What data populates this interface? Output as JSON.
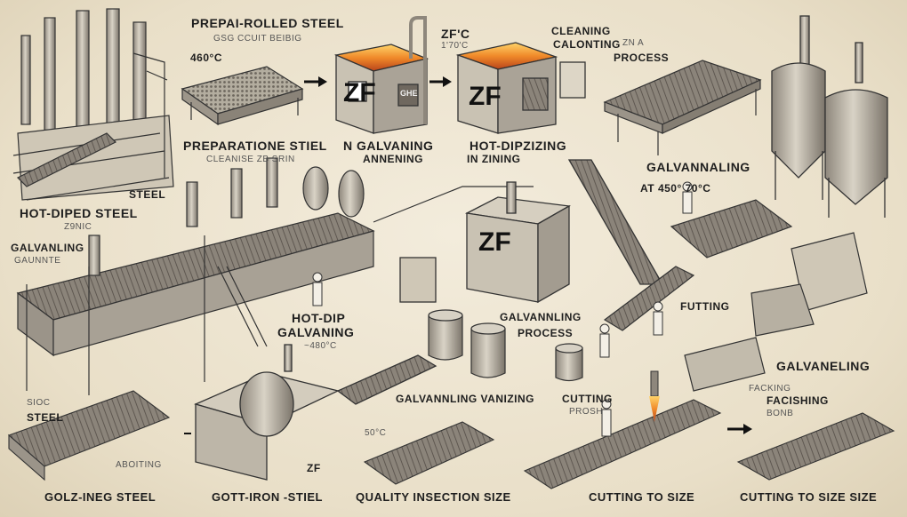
{
  "labels": {
    "prep_rolled": "PREPAI-ROLLED STEEL",
    "prep_rolled_sub": "GSG CCUIT BEIBIG",
    "temp_460": "460°C",
    "zf_temp": "ZF'C",
    "zf_temp_sub": "1'70'C",
    "cleaning": "CLEANING",
    "calonting": "CALONTING",
    "zn_a": "ZN A",
    "process_top": "PROCESS",
    "preparation": "PREPARATIONE STIEL",
    "cleanise": "CLEANISE ZB SRIN",
    "galvan_annen": "N  GALVANING",
    "annening": "ANNENING",
    "hotdip_zizing": "HOT-DIPZIZING",
    "in_zining": "IN  ZINING",
    "galvannaling": "GALVANNALING",
    "at_450": "AT 450° 70°C",
    "steel": "STEEL",
    "hotdiped": "HOT-DIPED STEEL",
    "zsnic": "Z9NIC",
    "galvanling": "GALVANLING",
    "gaunnte": "GAUNNTE",
    "hotdip": "HOT-DIP",
    "galvaning": "GALVANING",
    "temp_480": "~480°C",
    "galvannling_proc": "GALVANNLING",
    "process_mid": "PROCESS",
    "futting": "FUTTING",
    "galvaneling": "GALVANELING",
    "facking": "FACKING",
    "facishing": "FACISHING",
    "bonb": "BONB",
    "sioc": "SIOC",
    "steel_left": "STEEL",
    "galv_vanizing": "GALVANNLING VANIZING",
    "cutting_prosh": "CUTTING",
    "prosh": "PROSH",
    "temp_50": "50°C",
    "aboiting": "ABOITING",
    "zf_bottom": "ZF",
    "colz_ineg": "GOLZ-INEG STEEL",
    "gott_iron": "GOTT-IRON -STIEL",
    "quality": "QUALITY INSECTION SIZE",
    "cutting_size": "CUTTING TO SIZE",
    "cutting_size_2": "CUTTING TO SIZE  SIZE"
  },
  "zf_marks": {
    "furnace_1": "ZF",
    "furnace_2": "ZF",
    "machine": "ZF",
    "small_1": "GHE"
  },
  "colors": {
    "background": "#ece3cf",
    "ink": "#1e1e1e",
    "molten": "#f08a2a",
    "metal": "#b9b3a6",
    "steel": "#7f7870"
  }
}
